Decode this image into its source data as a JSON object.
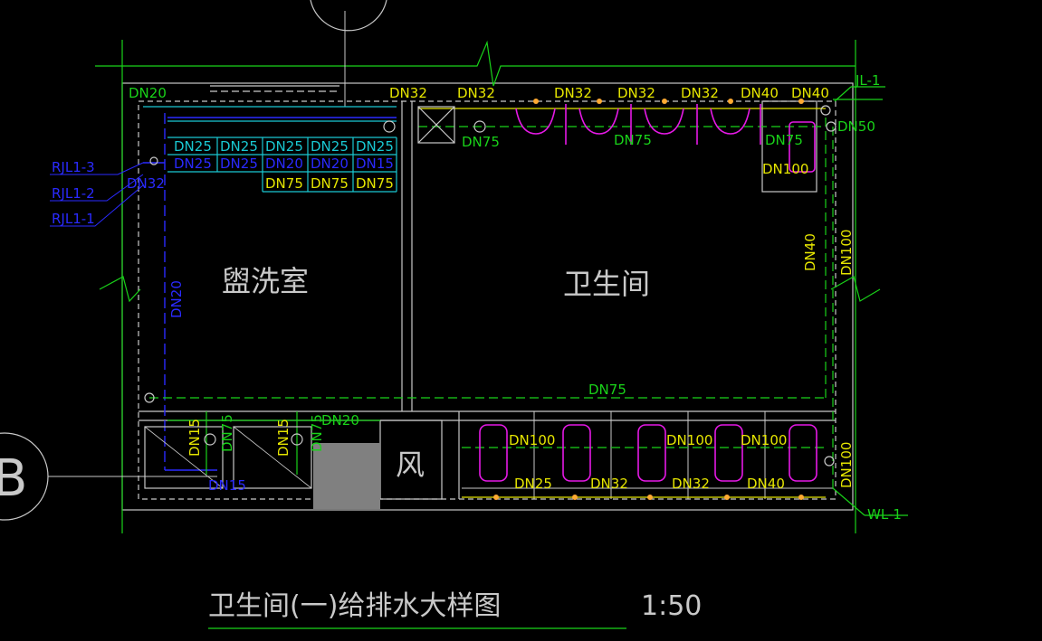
{
  "colors": {
    "wall": "#c9c9c9",
    "green": "#19d219",
    "yellow": "#e6e600",
    "cyan": "#19c8d2",
    "blue": "#2a2aff",
    "magenta": "#e619e6",
    "gray": "#808080",
    "orange": "#ffaa33"
  },
  "rooms": {
    "washroom": "盥洗室",
    "toilet": "卫生间",
    "shaft": "风"
  },
  "title": {
    "text": "卫生间(一)给排水大样图",
    "scale": "1:50"
  },
  "risers": {
    "jl": "JL-1",
    "wl": "WL-1",
    "rjl3": "RJL1-3",
    "rjl2": "RJL1-2",
    "rjl1": "RJL1-1"
  },
  "grid_label": "B",
  "pipes": {
    "top_dn20": "DN20",
    "top_dn32_a": "DN32",
    "top_dn32_b": "DN32",
    "top_dn32_c": "DN32",
    "top_dn32_d": "DN32",
    "top_dn32_e": "DN32",
    "top_dn40_a": "DN40",
    "top_dn40_b": "DN40",
    "jl_dn50": "DN50",
    "urinal_dn75_a": "DN75",
    "urinal_dn75_b": "DN75",
    "urinal_dn75_c": "DN75",
    "corner_dn100": "DN100",
    "vert_dn40": "DN40",
    "vert_dn100_a": "DN100",
    "vert_dn100_b": "DN100",
    "left_dn32": "DN32",
    "left_dn20": "DN20",
    "main_dn75": "DN75",
    "mid_dn20": "DN20",
    "basin_dn15_a": "DN15",
    "basin_dn15_b": "DN15",
    "basin_dn75_a": "DN75",
    "basin_dn75_b": "DN75",
    "basin_dn15_c": "DN15",
    "wc_dn100_a": "DN100",
    "wc_dn100_b": "DN100",
    "wc_dn100_c": "DN100",
    "wc_dn25": "DN25",
    "wc_dn32_a": "DN32",
    "wc_dn32_b": "DN32",
    "wc_dn40": "DN40"
  },
  "sink_table": {
    "row1": [
      "DN25",
      "DN25",
      "DN25",
      "DN25",
      "DN25"
    ],
    "row2": [
      "DN25",
      "DN25",
      "DN20",
      "DN20",
      "DN15"
    ],
    "row3": [
      "DN75",
      "DN75",
      "DN75"
    ]
  }
}
